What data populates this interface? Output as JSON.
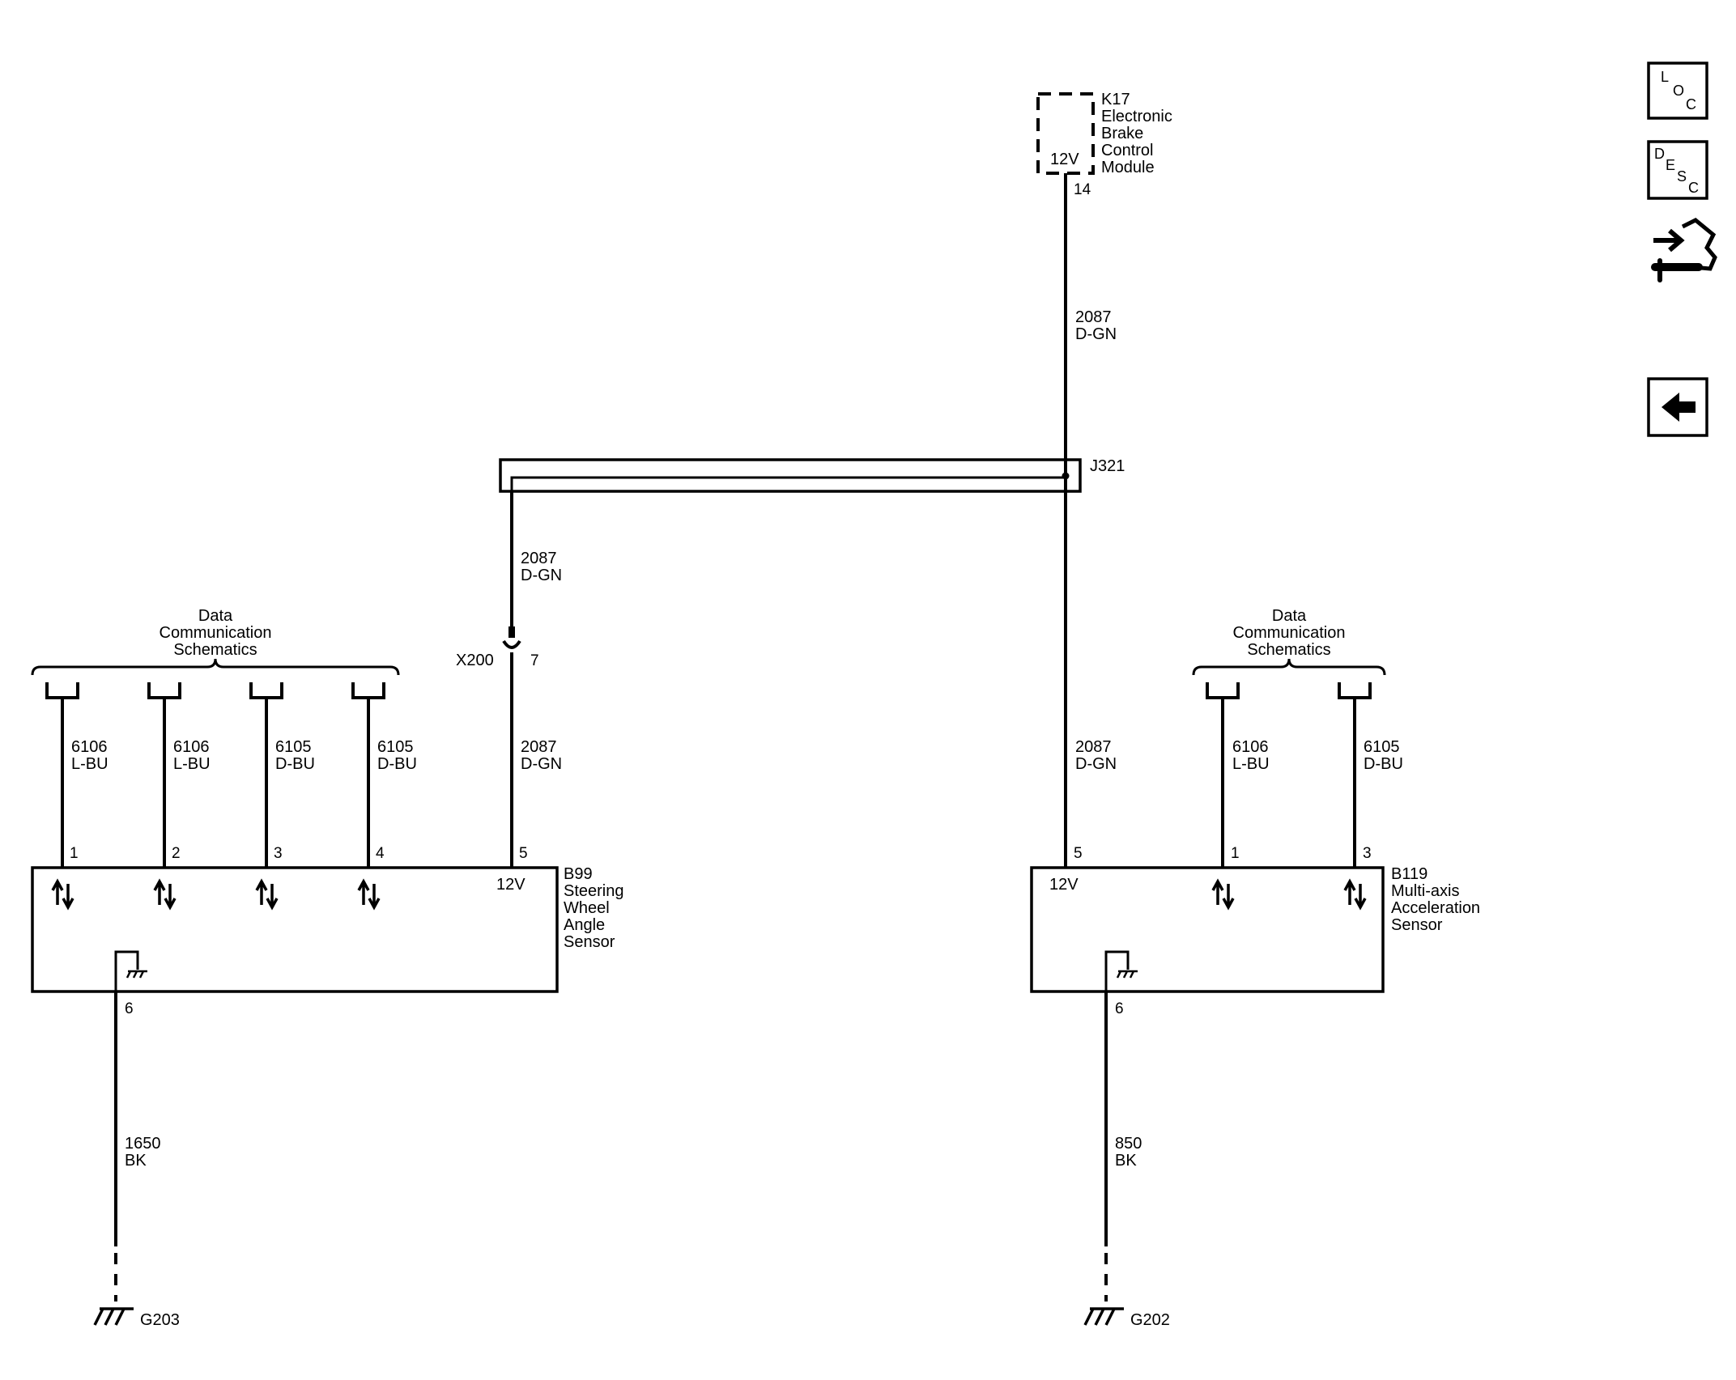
{
  "nav": {
    "loc": {
      "letters": [
        "L",
        "O",
        "C"
      ]
    },
    "desc": {
      "letters": [
        "D",
        "E",
        "S",
        "C"
      ]
    }
  },
  "k17": {
    "lines": [
      "K17",
      "Electronic",
      "Brake",
      "Control",
      "Module"
    ],
    "voltage": "12V",
    "pin": "14"
  },
  "j321": {
    "label": "J321"
  },
  "x200": {
    "label": "X200",
    "pin": "7"
  },
  "dcs_left": {
    "lines": [
      "Data",
      "Communication",
      "Schematics"
    ]
  },
  "dcs_right": {
    "lines": [
      "Data",
      "Communication",
      "Schematics"
    ]
  },
  "wires": {
    "k17_to_j321": [
      "2087",
      "D-GN"
    ],
    "j321_to_x200": [
      "2087",
      "D-GN"
    ],
    "x200_to_b99": [
      "2087",
      "D-GN"
    ],
    "j321_to_b119": [
      "2087",
      "D-GN"
    ],
    "b99_1": [
      "6106",
      "L-BU"
    ],
    "b99_2": [
      "6106",
      "L-BU"
    ],
    "b99_3": [
      "6105",
      "D-BU"
    ],
    "b99_4": [
      "6105",
      "D-BU"
    ],
    "b119_1": [
      "6106",
      "L-BU"
    ],
    "b119_3": [
      "6105",
      "D-BU"
    ],
    "b99_gnd": [
      "1650",
      "BK"
    ],
    "b119_gnd": [
      "850",
      "BK"
    ]
  },
  "b99": {
    "lines": [
      "B99",
      "Steering",
      "Wheel",
      "Angle",
      "Sensor"
    ],
    "voltage": "12V",
    "pins": [
      "1",
      "2",
      "3",
      "4",
      "5",
      "6"
    ]
  },
  "b119": {
    "lines": [
      "B119",
      "Multi-axis",
      "Acceleration",
      "Sensor"
    ],
    "voltage": "12V",
    "pins": [
      "5",
      "1",
      "3",
      "6"
    ]
  },
  "grounds": {
    "left": "G203",
    "right": "G202"
  }
}
